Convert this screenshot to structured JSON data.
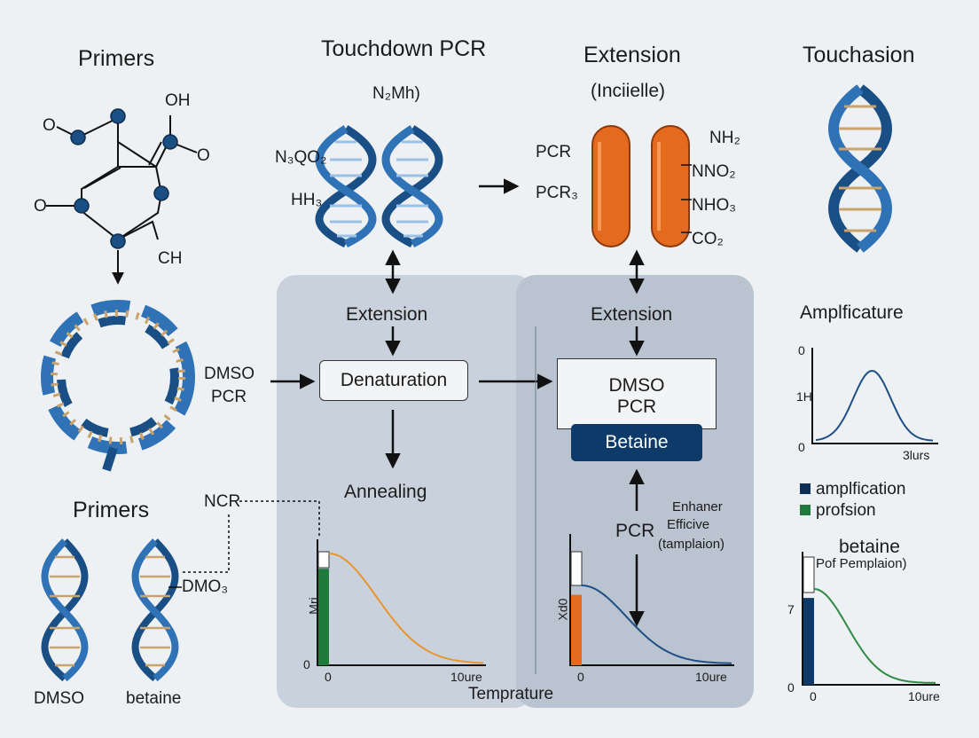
{
  "sections": {
    "primers_top": "Primers",
    "touchdown_pcr": "Touchdown PCR",
    "extension_top": "Extension",
    "touchasion": "Touchasion",
    "primers_bottom": "Primers"
  },
  "molecule": {
    "oh": "OH",
    "o_left": "O",
    "o_right": "O",
    "o_bottom": "O",
    "ch": "CH"
  },
  "touchdown_labels": {
    "n2mh": "N₂Mh)",
    "n3qo2": "N₃QO₂",
    "hh3": "HH₃"
  },
  "extension_labels": {
    "subtitle": "(Inciielle)",
    "pcr": "PCR",
    "pcr3": "PCR₃",
    "nh2": "NH₂",
    "nno2": "NNO₂",
    "nho3": "NHO₃",
    "co2": "CO₂"
  },
  "flow": {
    "dmso_pcr_left_1": "DMSO",
    "dmso_pcr_left_2": "PCR",
    "extension_left": "Extension",
    "denaturation": "Denaturation",
    "annealing": "Annealing",
    "extension_right": "Extension",
    "box_dmso": "DMSO",
    "box_pcr": "PCR",
    "betaine_button": "Betaine",
    "pcr_right": "PCR",
    "enhancer_1": "Enhaner",
    "enhancer_2": "Efficive",
    "enhancer_3": "(tamplaion)",
    "ncr": "NCR",
    "temperature": "Temprature"
  },
  "bottom_labels": {
    "dmo3": "DMO₃",
    "dmso": "DMSO",
    "betaine": "betaine"
  },
  "colors": {
    "dna_dark": "#1a4f86",
    "dna_mid": "#2f73b6",
    "orange": "#e36a1f",
    "green": "#1f7a3c",
    "navy": "#0d3a68",
    "curve_orange": "#e8942f",
    "curve_blue": "#1d4f86",
    "curve_green": "#2e8a45",
    "panel_left": "#c7d1db",
    "panel_right": "#b6c2cf"
  },
  "chart_data": [
    {
      "type": "line",
      "title": "",
      "ylabel": "Mri",
      "x_ticks": [
        "0",
        "10ure"
      ],
      "y_ticks": [
        "0"
      ],
      "xlabel": "Temprature",
      "bars": [
        {
          "color": "green",
          "level": 0.85
        }
      ],
      "series": [
        {
          "color": "orange",
          "shape": "decay"
        }
      ]
    },
    {
      "type": "line",
      "title": "",
      "ylabel": "Xd0",
      "x_ticks": [
        "0",
        "10ure"
      ],
      "bars": [
        {
          "color": "orange",
          "level": 0.62
        }
      ],
      "series": [
        {
          "color": "blue",
          "shape": "decay"
        }
      ]
    },
    {
      "type": "line",
      "title": "Amplficature",
      "x_ticks": [
        "0",
        "3lurs"
      ],
      "y_ticks": [
        "0",
        "1H",
        "0"
      ],
      "series": [
        {
          "color": "blue",
          "shape": "gaussian peak"
        }
      ],
      "legend": [
        {
          "label": "amplfication",
          "color": "#0d2f57"
        },
        {
          "label": "profsion",
          "color": "#1f7a3c"
        }
      ]
    },
    {
      "type": "line",
      "title": "betaine",
      "subtitle": "Pof Pemplaion)",
      "x_ticks": [
        "0",
        "10ure"
      ],
      "y_ticks": [
        "7",
        "0"
      ],
      "bars": [
        {
          "color": "navy",
          "level": 0.68
        }
      ],
      "series": [
        {
          "color": "green",
          "shape": "decay"
        }
      ]
    }
  ]
}
